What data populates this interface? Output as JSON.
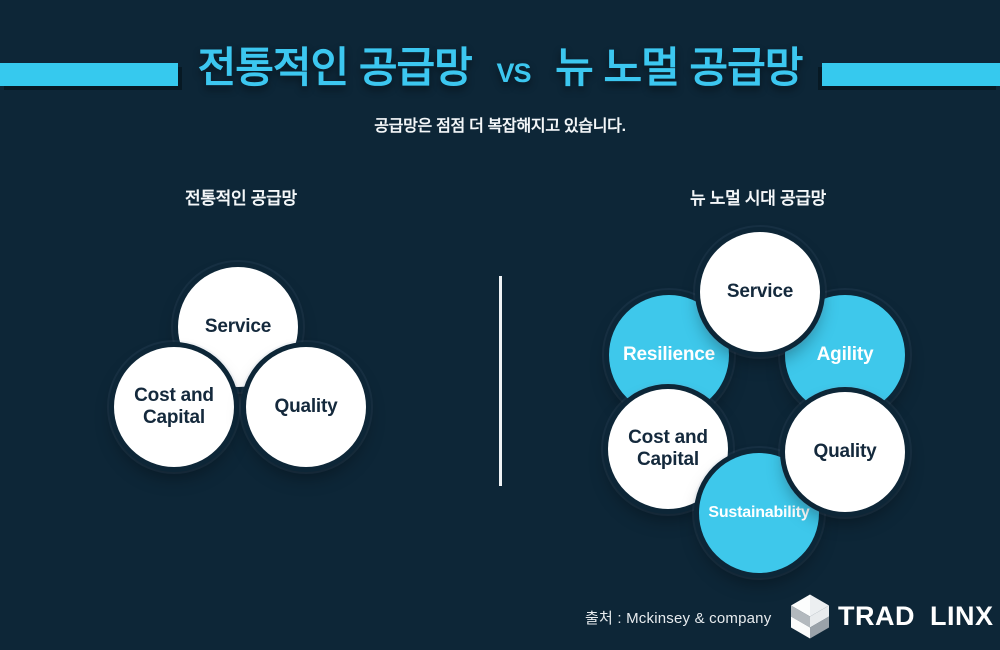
{
  "header": {
    "title_left": "전통적인 공급망",
    "title_vs": "VS",
    "title_right": "뉴 노멀 공급망",
    "subtitle": "공급망은 점점 더 복잡해지고 있습니다."
  },
  "sections": {
    "left": {
      "heading": "전통적인 공급망",
      "circles": [
        {
          "label": "Service",
          "style": "white"
        },
        {
          "label": "Cost and\nCapital",
          "style": "white"
        },
        {
          "label": "Quality",
          "style": "white"
        }
      ]
    },
    "right": {
      "heading": "뉴 노멀 시대 공급망",
      "circles": [
        {
          "label": "Service",
          "style": "white"
        },
        {
          "label": "Resilience",
          "style": "cyan"
        },
        {
          "label": "Agility",
          "style": "cyan"
        },
        {
          "label": "Cost and\nCapital",
          "style": "white"
        },
        {
          "label": "Quality",
          "style": "white"
        },
        {
          "label": "Sustainability",
          "style": "cyan"
        }
      ]
    }
  },
  "footer": {
    "source": "출처 : Mckinsey & company",
    "brand_first": "TRAD",
    "brand_second": "LINX",
    "cube_icon": "isometric-cube-icon"
  },
  "colors": {
    "background": "#0d2637",
    "accent_bar": "#36c9ee",
    "title_text": "#3cc7f0",
    "circle_cyan": "#3ec8eb",
    "circle_white": "#ffffff",
    "dark_text": "#14293c",
    "divider": "#eef2f5"
  }
}
